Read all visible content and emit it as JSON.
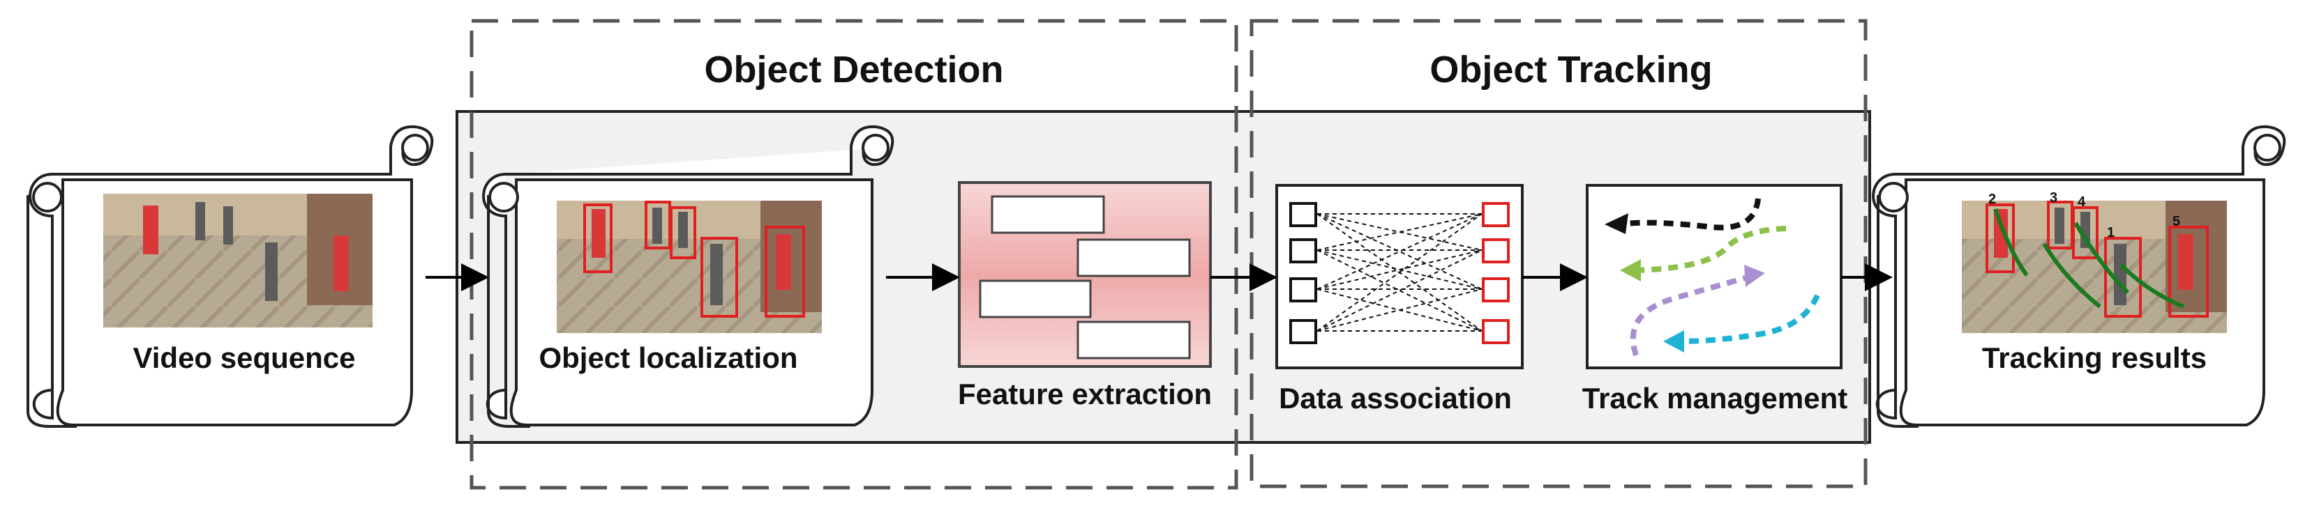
{
  "sections": {
    "detection": {
      "title": "Object Detection"
    },
    "tracking": {
      "title": "Object Tracking"
    }
  },
  "stages": {
    "video_sequence": "Video sequence",
    "object_localization": "Object localization",
    "feature_extraction": "Feature extraction",
    "data_association": "Data association",
    "track_management": "Track management",
    "tracking_results": "Tracking results"
  },
  "tracking_results_ids": [
    "2",
    "3",
    "4",
    "1",
    "5"
  ],
  "colors": {
    "stage_panel": "#f2f2f2",
    "dashed_border": "#555555",
    "detection_box": "#e02020",
    "feature_fill": "#f0b8b8",
    "track_black": "#111111",
    "track_green": "#8cc04a",
    "track_purple": "#a98fcf",
    "track_cyan": "#1fb3d3",
    "trajectory_green": "#1a7a20"
  }
}
